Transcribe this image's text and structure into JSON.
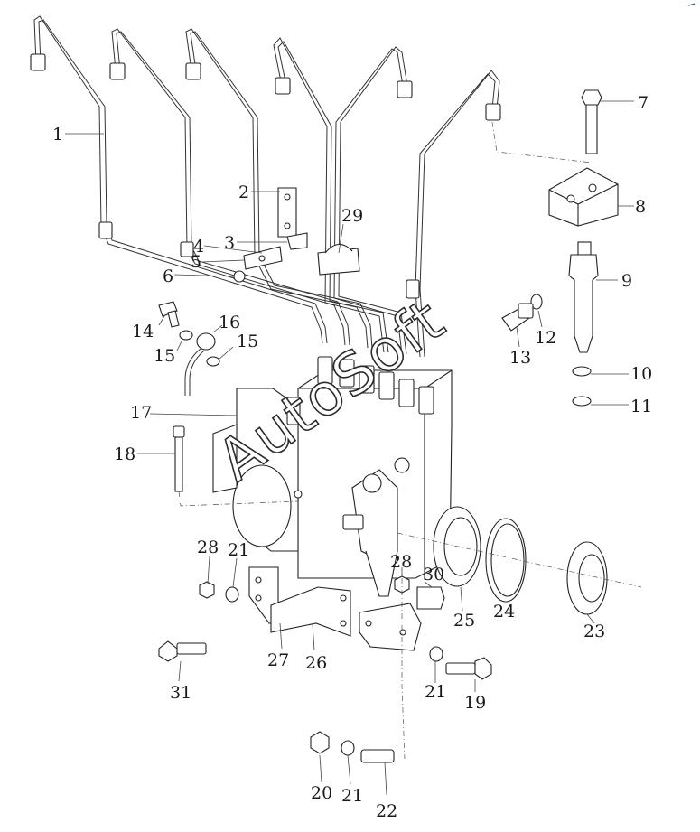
{
  "watermark": "AutoSoft",
  "callouts": [
    {
      "id": "c1",
      "label": "1"
    },
    {
      "id": "c2",
      "label": "2"
    },
    {
      "id": "c3",
      "label": "3"
    },
    {
      "id": "c4",
      "label": "4"
    },
    {
      "id": "c5",
      "label": "5"
    },
    {
      "id": "c6",
      "label": "6"
    },
    {
      "id": "c7",
      "label": "7"
    },
    {
      "id": "c8",
      "label": "8"
    },
    {
      "id": "c9",
      "label": "9"
    },
    {
      "id": "c10",
      "label": "10"
    },
    {
      "id": "c11",
      "label": "11"
    },
    {
      "id": "c12",
      "label": "12"
    },
    {
      "id": "c13",
      "label": "13"
    },
    {
      "id": "c14",
      "label": "14"
    },
    {
      "id": "c15a",
      "label": "15"
    },
    {
      "id": "c15b",
      "label": "15"
    },
    {
      "id": "c16",
      "label": "16"
    },
    {
      "id": "c17",
      "label": "17"
    },
    {
      "id": "c18",
      "label": "18"
    },
    {
      "id": "c19",
      "label": "19"
    },
    {
      "id": "c20",
      "label": "20"
    },
    {
      "id": "c21a",
      "label": "21"
    },
    {
      "id": "c21b",
      "label": "21"
    },
    {
      "id": "c21c",
      "label": "21"
    },
    {
      "id": "c22",
      "label": "22"
    },
    {
      "id": "c23",
      "label": "23"
    },
    {
      "id": "c24",
      "label": "24"
    },
    {
      "id": "c25",
      "label": "25"
    },
    {
      "id": "c26",
      "label": "26"
    },
    {
      "id": "c27",
      "label": "27"
    },
    {
      "id": "c28a",
      "label": "28"
    },
    {
      "id": "c28b",
      "label": "28"
    },
    {
      "id": "c29",
      "label": "29"
    },
    {
      "id": "c30",
      "label": "30"
    },
    {
      "id": "c31",
      "label": "31"
    }
  ]
}
